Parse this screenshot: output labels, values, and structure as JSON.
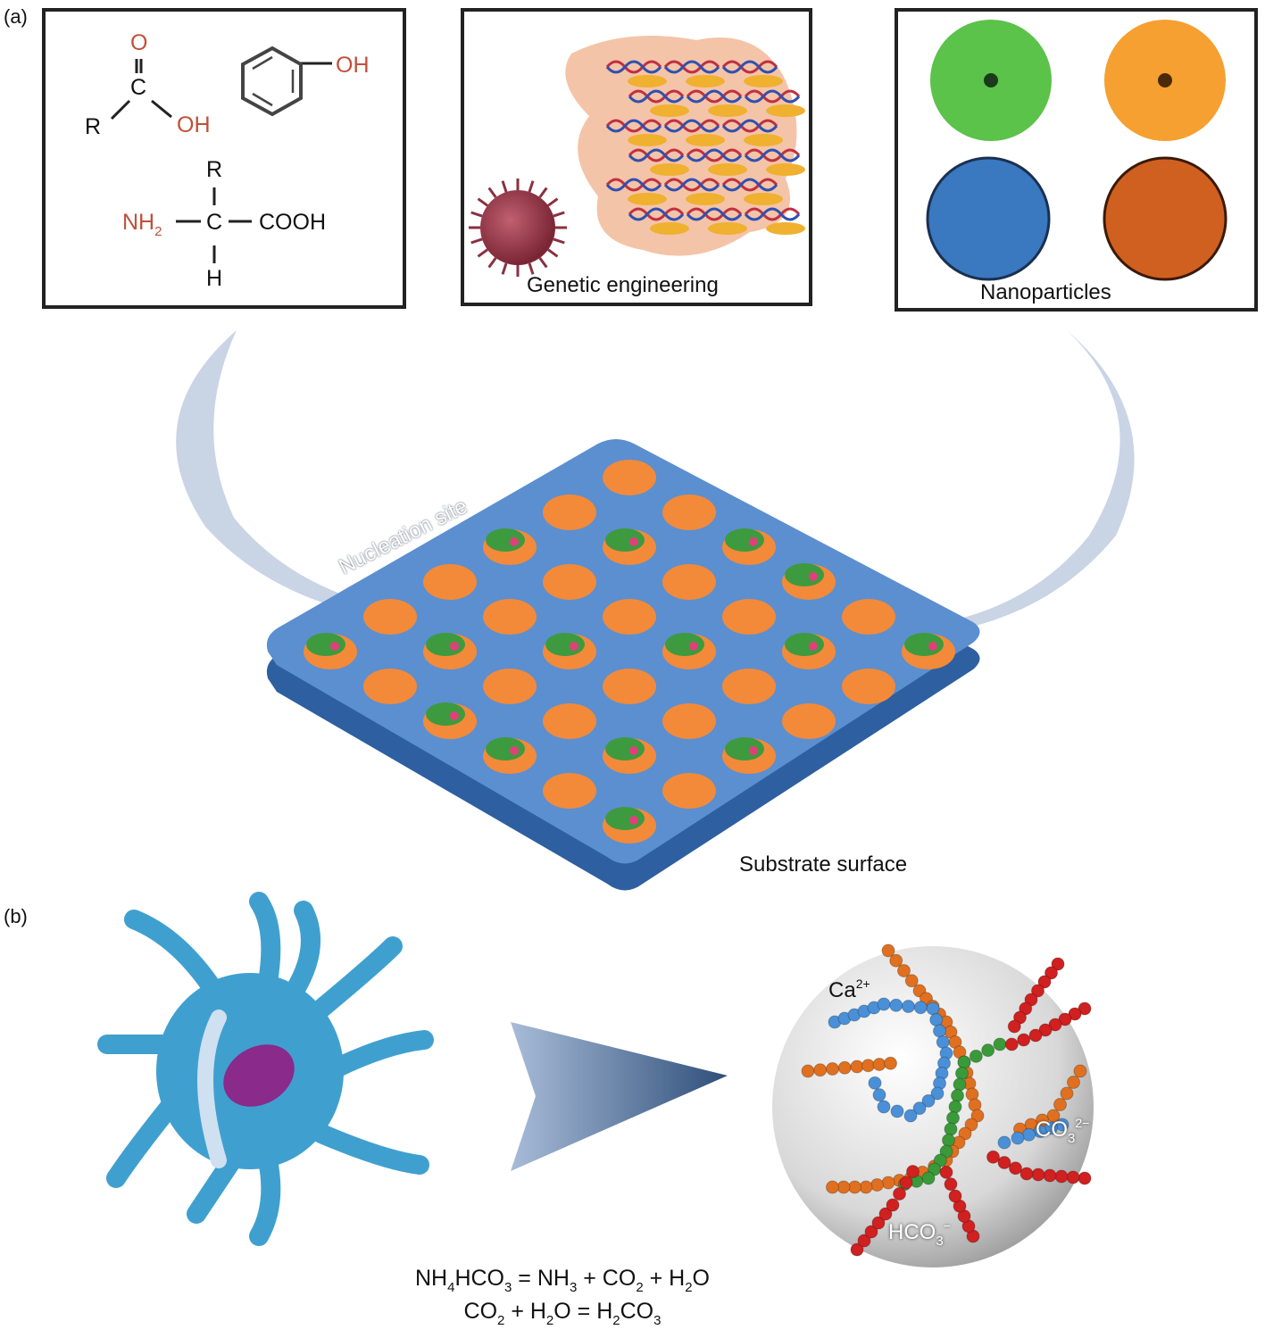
{
  "panel_a": {
    "label": "(a)",
    "box1": {
      "carboxyl_O": "O",
      "carboxyl_C": "C",
      "carboxyl_R": "R",
      "carboxyl_OH": "OH",
      "phenol_OH": "OH",
      "amino_R": "R",
      "amino_NH": "NH",
      "amino_NH_sub": "2",
      "amino_C": "C",
      "amino_COOH": "COOH",
      "amino_H": "H"
    },
    "box2": {
      "caption": "Genetic engineering"
    },
    "box3": {
      "caption": "Nanoparticles"
    },
    "nucleation_label": "Nucleation site",
    "substrate_label": "Substrate surface"
  },
  "panel_b": {
    "label": "(b)",
    "ion_ca": "Ca",
    "ion_ca_sup": "2+",
    "ion_co": "CO",
    "ion_co_sub": "3",
    "ion_co_sup": "2−",
    "ion_hco": "HCO",
    "ion_hco_sub": "3",
    "ion_hco_sup": "−",
    "eq1": [
      "NH",
      "4",
      "HCO",
      "3",
      " = NH",
      "3",
      " + CO",
      "2",
      " + H",
      "2",
      "O"
    ],
    "eq2": [
      "CO",
      "2",
      " + H",
      "2",
      "O = H",
      "2",
      "CO",
      "3"
    ]
  },
  "colors": {
    "substrate": "#5b8fd0",
    "site": "#f28a3a",
    "nucleus": "#3e9a3e",
    "cell": "#3fa0d0",
    "accent_red": "#c0503a"
  }
}
